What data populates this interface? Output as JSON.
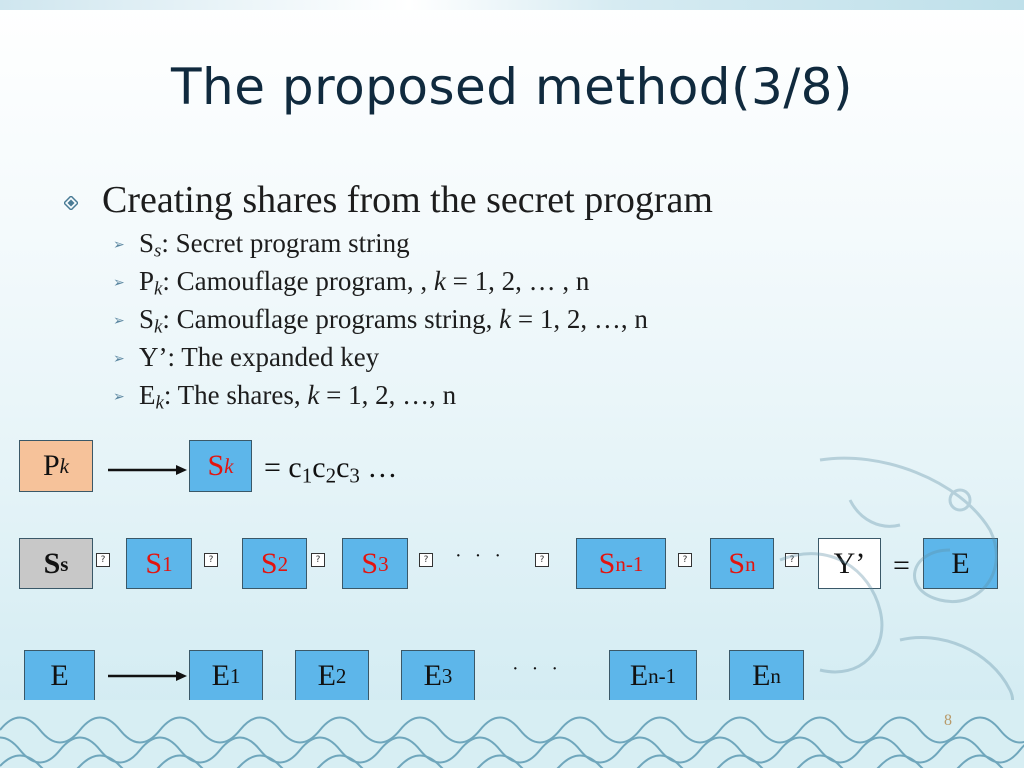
{
  "title": "The proposed method(3/8)",
  "bullet": "Creating shares from the secret program",
  "subitems": [
    {
      "sym": "S",
      "sub": "s",
      "text": ": Secret program string"
    },
    {
      "sym": "P",
      "sub": "k",
      "text": ": Camouflage program, , ",
      "var": "k",
      "tail": " = 1, 2, … , n"
    },
    {
      "sym": "S",
      "sub": "k",
      "text": ": Camouflage programs string, ",
      "var": "k",
      "tail": " = 1, 2, …, n"
    },
    {
      "sym": "Y’",
      "sub": "",
      "text": ": The expanded key"
    },
    {
      "sym": "E",
      "sub": "k",
      "text": ": The shares, ",
      "var": "k",
      "tail": " = 1, 2, …, n"
    }
  ],
  "row1": {
    "pk": {
      "main": "P",
      "sub": "k"
    },
    "sk": {
      "main": "S",
      "sub": "k"
    },
    "eq": {
      "prefix": "= c",
      "s1": "1",
      "c2": "c",
      "s2": "2",
      "c3": "c",
      "s3": "3",
      "tail": " …"
    }
  },
  "row2": {
    "ss": {
      "main": "S",
      "sub": "s"
    },
    "items": [
      {
        "main": "S",
        "sub": "1"
      },
      {
        "main": "S",
        "sub": "2"
      },
      {
        "main": "S",
        "sub": "3"
      },
      {
        "main": "S",
        "sub": "n-1"
      },
      {
        "main": "S",
        "sub": "n"
      }
    ],
    "dots": "· · ·",
    "op_glyph": "?",
    "y": "Y’",
    "equals": "=",
    "e": "E"
  },
  "row3": {
    "e": "E",
    "items": [
      {
        "main": "E",
        "sub": "1"
      },
      {
        "main": "E",
        "sub": "2"
      },
      {
        "main": "E",
        "sub": "3"
      },
      {
        "main": "E",
        "sub": "n-1"
      },
      {
        "main": "E",
        "sub": "n"
      }
    ],
    "dots": "· · ·"
  },
  "page_number": "8",
  "colors": {
    "blue": "#5db6ea",
    "orange": "#f6c29a",
    "gray": "#c8c8c8",
    "red": "#e3140f",
    "title": "#102a3e"
  }
}
